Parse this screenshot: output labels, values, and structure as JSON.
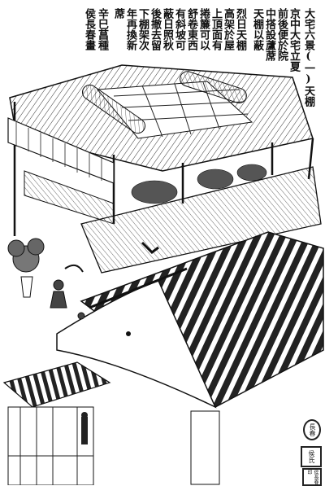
{
  "inscription": {
    "columns": [
      "大宅六景(一)天棚",
      "京中大宅立夏",
      "前後便於院",
      "中搭設蘆蓆",
      "天棚以蔽",
      "烈日天棚",
      "高架於屋",
      "上頂面有",
      "捲簾可以",
      "舒卷東西",
      "有斜坡可",
      "蔽日照秋",
      "後撤去留",
      "下棚架次",
      "年再換新",
      "蓆",
      "辛巳菖種",
      "侯長春畫"
    ]
  },
  "seals": {
    "upper": "長春",
    "lower": "侯氏",
    "corner": "侯長春印"
  }
}
